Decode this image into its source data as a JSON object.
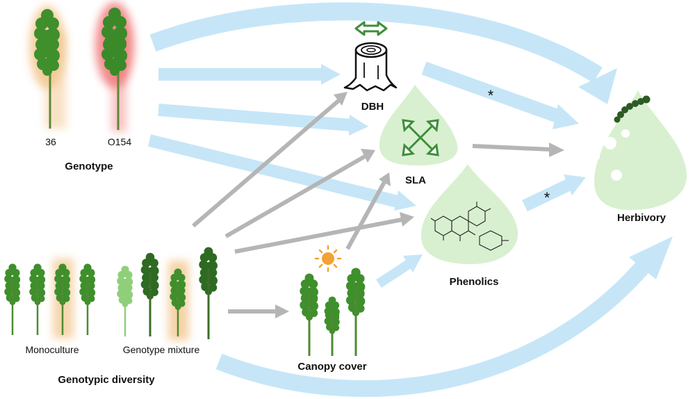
{
  "labels": {
    "genotype": "Genotype",
    "genotype_36": "36",
    "genotype_o154": "O154",
    "dbh": "DBH",
    "sla": "SLA",
    "phenolics": "Phenolics",
    "herbivory": "Herbivory",
    "canopy_cover": "Canopy cover",
    "monoculture": "Monoculture",
    "genotype_mixture": "Genotype mixture",
    "genotypic_diversity": "Genotypic diversity"
  },
  "significance": {
    "dbh_to_herbivory": "*",
    "phenolics_to_herbivory": "*"
  },
  "colors": {
    "blue_arrow": "#c6e6f8",
    "grey_arrow": "#b5b5b5",
    "leaf_fill": "#d8f0d0",
    "tree_green": "#3f8f2c",
    "tree_dark": "#2e6a22",
    "tree_light": "#8fcf7a",
    "glow_orange": "#f2c48a",
    "glow_red": "#f07a7a",
    "sun": "#f2a233",
    "icon_green": "#3e8e3a",
    "caterpillar": "#2d5a25"
  },
  "icons": {
    "dbh": "tree-stump-icon",
    "sla": "expand-arrows-icon",
    "phenolics": "flavonoid-molecule-icon",
    "sun": "sun-icon",
    "herbivore": "caterpillar-icon"
  }
}
